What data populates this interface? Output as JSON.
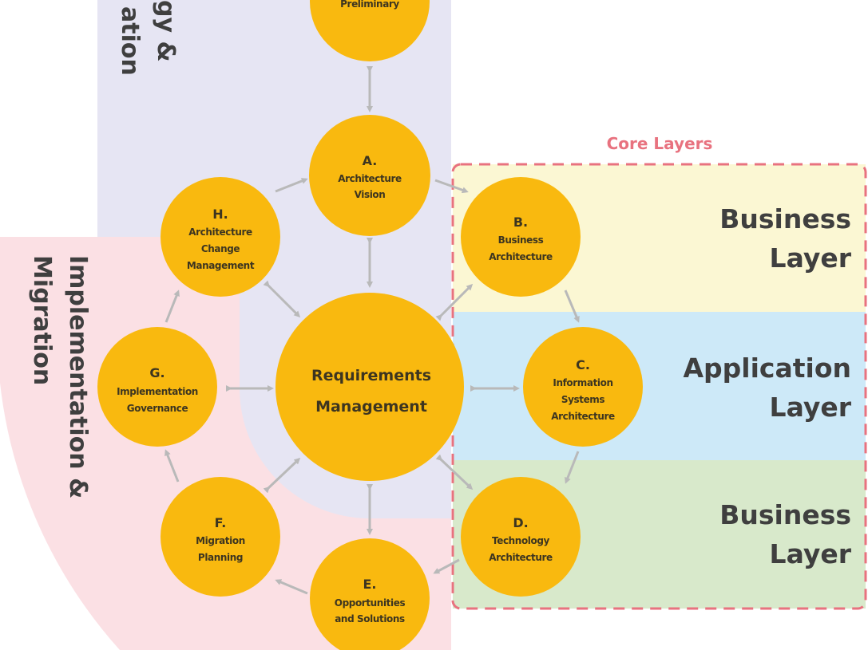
{
  "regions": {
    "strategy": {
      "lines": [
        "gy &",
        "ation"
      ],
      "color": "#e6e5f3"
    },
    "implementation": {
      "lines": [
        "Implementation &",
        "Migration"
      ],
      "color": "#fbe0e4"
    }
  },
  "core_layers": {
    "title": "Core Layers",
    "border_color": "#e8727f",
    "layers": [
      {
        "lines": [
          "Business",
          "Layer"
        ],
        "color": "#fbf7d3"
      },
      {
        "lines": [
          "Application",
          "Layer"
        ],
        "color": "#cde9f8"
      },
      {
        "lines": [
          "Business",
          "Layer"
        ],
        "color": "#d8e9cb"
      }
    ]
  },
  "phases": {
    "preliminary": {
      "name": [
        "Preliminary"
      ]
    },
    "a": {
      "letter": "A.",
      "name": [
        "Architecture",
        "Vision"
      ]
    },
    "b": {
      "letter": "B.",
      "name": [
        "Business",
        "Architecture"
      ]
    },
    "c": {
      "letter": "C.",
      "name": [
        "Information",
        "Systems",
        "Architecture"
      ]
    },
    "d": {
      "letter": "D.",
      "name": [
        "Technology",
        "Architecture"
      ]
    },
    "e": {
      "letter": "E.",
      "name": [
        "Opportunities",
        "and Solutions"
      ]
    },
    "f": {
      "letter": "F.",
      "name": [
        "Migration",
        "Planning"
      ]
    },
    "g": {
      "letter": "G.",
      "name": [
        "Implementation",
        "Governance"
      ]
    },
    "h": {
      "letter": "H.",
      "name": [
        "Architecture",
        "Change",
        "Management"
      ]
    },
    "requirements": {
      "name": [
        "Requirements",
        "Management"
      ]
    }
  },
  "colors": {
    "circle": "#f9b90f",
    "arrow": "#b9b9b9"
  }
}
